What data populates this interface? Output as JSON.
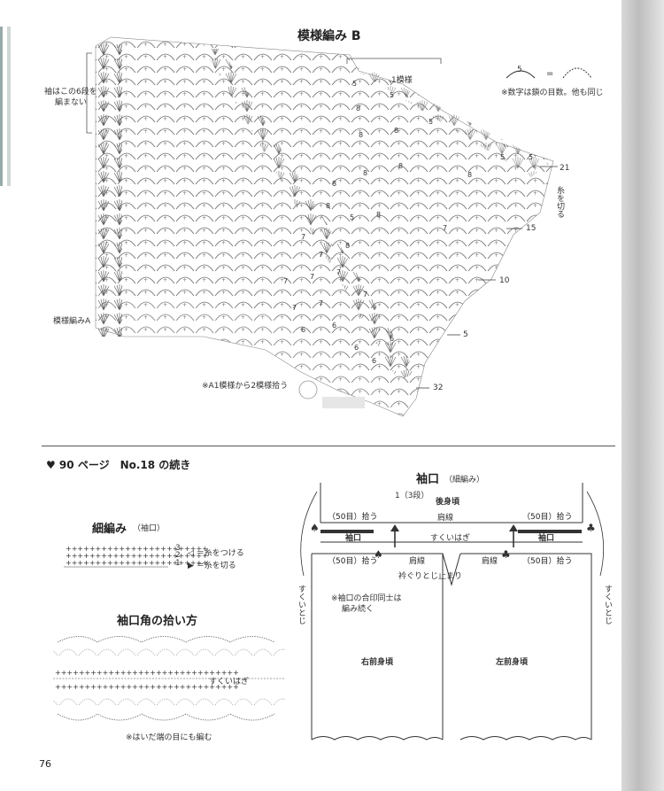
{
  "pattern_b": {
    "title": "模様編み B",
    "sleeve_note_line1": "袖はこの6段を",
    "sleeve_note_line2": "編まない",
    "pattern_a_label": "模様編みA",
    "one_repeat": "1模様",
    "legend_note": "※数字は鎖の目数。他も同じ",
    "legend_num": "5",
    "cut_yarn": "糸を切る",
    "pickup_note": "※A1模様から2模様拾う",
    "row_numbers": [
      "21",
      "15",
      "10",
      "5",
      "32"
    ]
  },
  "continuation": {
    "heading": "♥ 90 ページ　No.18 の続き"
  },
  "hosoami": {
    "title": "細編み",
    "subtitle": "（袖口）",
    "legend_attach": "◁ ＝糸をつける",
    "legend_cut": "▶ ＝糸を切る",
    "rows": [
      "3",
      "2",
      "1"
    ]
  },
  "corner": {
    "title": "袖口角の拾い方",
    "sukui": "すくいはぎ",
    "note": "※はいだ端の目にも編む"
  },
  "cuff_diagram": {
    "title": "袖口",
    "subtitle": "（細編み）",
    "back": "後身頃",
    "shoulder": "肩線",
    "pick_50_top_left": "（50目）拾う",
    "pick_50_top_right": "（50目）拾う",
    "pick_50_bot_left": "（50目）拾う",
    "pick_50_bot_right": "（50目）拾う",
    "cuff_left": "袖口",
    "cuff_right": "袖口",
    "rows_mark": "1（3段）",
    "sukui_center": "すくいはぎ",
    "shoulder_left": "肩線",
    "shoulder_right": "肩線",
    "eri": "衿ぐりとじ止まり",
    "note1": "※袖口の合印同士は",
    "note2": "編み続く",
    "right_front": "右前身頃",
    "left_front": "左前身頃",
    "side_left": "すくいとじ",
    "side_right": "すくいとじ"
  },
  "page_number": "76"
}
